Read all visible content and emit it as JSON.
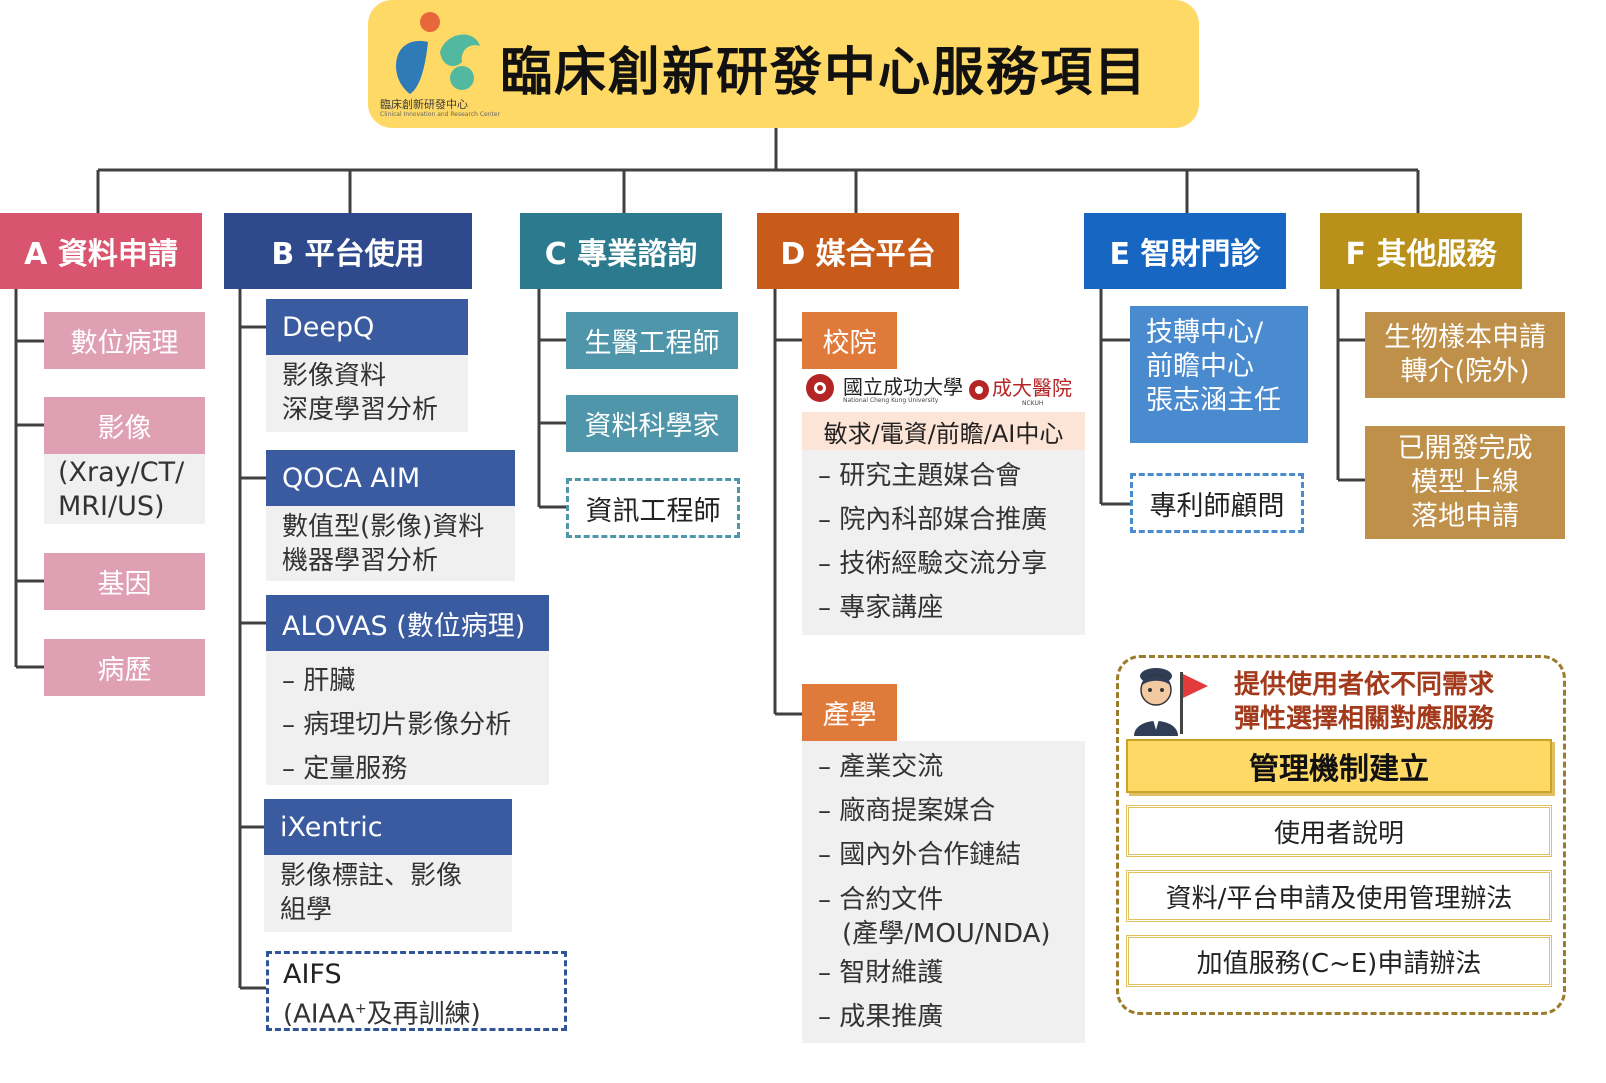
{
  "title": "臨床創新研發中心服務項目",
  "logo": {
    "name": "臨床創新研發中心",
    "english": "Clinical Innovation and Research Center",
    "colors": [
      "#E8673A",
      "#2E7BB8",
      "#52B8A0"
    ]
  },
  "colors": {
    "A": "#D9546E",
    "B": "#2E4A8C",
    "C": "#2C7A8E",
    "D": "#C85A1A",
    "E": "#1766C2",
    "F": "#B8901A",
    "connector": "#404040"
  },
  "A": {
    "header": "A 資料申請",
    "items": [
      "數位病理",
      "影像",
      "(Xray/CT/",
      "MRI/US)",
      "基因",
      "病歷"
    ]
  },
  "B": {
    "header": "B 平台使用",
    "deepq": {
      "title": "DeepQ",
      "lines": [
        "影像資料",
        "深度學習分析"
      ]
    },
    "qoca": {
      "title": "QOCA AIM",
      "lines": [
        "數值型(影像)資料",
        "機器學習分析"
      ]
    },
    "alovas": {
      "title": "ALOVAS (數位病理)",
      "lines": [
        "– 肝臟",
        "– 病理切片影像分析",
        "– 定量服務"
      ]
    },
    "ixentric": {
      "title": "iXentric",
      "lines": [
        "影像標註、影像",
        "組學"
      ]
    },
    "aifs": {
      "title": "AIFS",
      "line": "(AIAA",
      "sup": "+",
      "line_end": "及再訓練)"
    }
  },
  "C": {
    "header": "C 專業諮詢",
    "items": [
      "生醫工程師",
      "資料科學家",
      "資訊工程師"
    ]
  },
  "D": {
    "header": "D 媒合平台",
    "school": {
      "tag": "校院",
      "logo1": "國立成功大學",
      "logo1_en": "National Cheng Kung University",
      "logo2": "成大醫院",
      "logo2_en": "NCKUH",
      "sub": "敏求/電資/前瞻/AI中心",
      "items": [
        "– 研究主題媒合會",
        "– 院內科部媒合推廣",
        "– 技術經驗交流分享",
        "– 專家講座"
      ]
    },
    "industry": {
      "tag": "產學",
      "items": [
        "– 產業交流",
        "– 廠商提案媒合",
        "– 國內外合作鏈結",
        "– 合約文件",
        "(產學/MOU/NDA)",
        "– 智財維護",
        "– 成果推廣"
      ]
    }
  },
  "E": {
    "header": "E 智財門診",
    "box_lines": [
      "技轉中心/",
      "前瞻中心",
      "張志涵主任"
    ],
    "patent": "專利師顧問"
  },
  "F": {
    "header": "F 其他服務",
    "box1": [
      "生物樣本申請",
      "轉介(院外)"
    ],
    "box2": [
      "已開發完成",
      "模型上線",
      "落地申請"
    ]
  },
  "mgmt": {
    "note": [
      "提供使用者依不同需求",
      "彈性選擇相關對應服務"
    ],
    "title": "管理機制建立",
    "items": [
      "使用者說明",
      "資料/平台申請及使用管理辦法",
      "加值服務(C~E)申請辦法"
    ]
  }
}
